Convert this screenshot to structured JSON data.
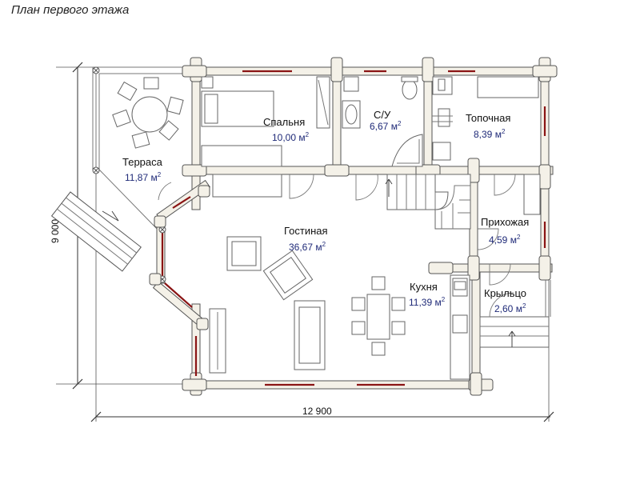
{
  "title": "План первого этажа",
  "rooms": {
    "spalnya": {
      "name": "Спальня",
      "area_value": "10,00 м",
      "area_sup": "2"
    },
    "su": {
      "name": "С/У",
      "area_value": "6,67 м",
      "area_sup": "2"
    },
    "topochnaya": {
      "name": "Топочная",
      "area_value": "8,39 м",
      "area_sup": "2"
    },
    "terrasa": {
      "name": "Терраса",
      "area_value": "11,87 м",
      "area_sup": "2"
    },
    "gostinaya": {
      "name": "Гостиная",
      "area_value": "36,67 м",
      "area_sup": "2"
    },
    "kuhnya": {
      "name": "Кухня",
      "area_value": "11,39 м",
      "area_sup": "2"
    },
    "prihozhaya": {
      "name": "Прихожая",
      "area_value": "4,59 м",
      "area_sup": "2"
    },
    "krylco": {
      "name": "Крыльцо",
      "area_value": "2,60 м",
      "area_sup": "2"
    }
  },
  "dimensions": {
    "width_label": "12 900",
    "height_label": "9 000"
  },
  "colors": {
    "wall_fill": "#f4f1e8",
    "window": "#8a1414",
    "area_text": "#1f2a78"
  }
}
